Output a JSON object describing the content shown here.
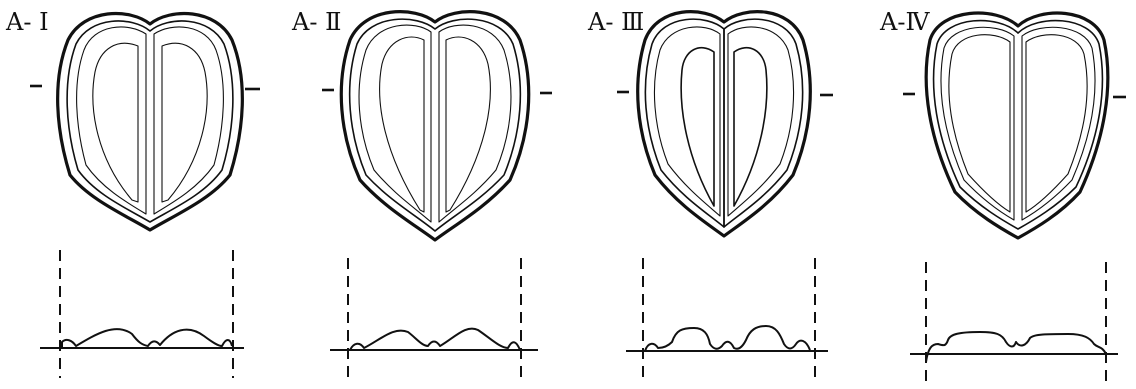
{
  "panels": [
    {
      "label": "A- I"
    },
    {
      "label": "A- Ⅱ"
    },
    {
      "label": "A- Ⅲ"
    },
    {
      "label": "A-Ⅳ"
    }
  ]
}
